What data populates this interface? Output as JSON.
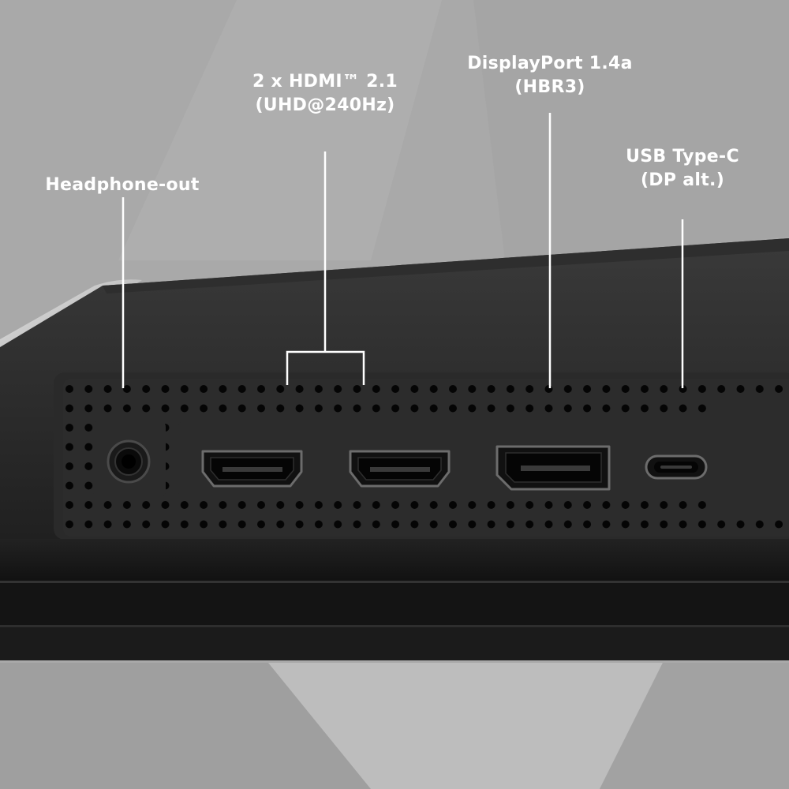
{
  "labels": {
    "headphone": {
      "line1": "Headphone-out"
    },
    "hdmi": {
      "line1": "2 x HDMI™ 2.1",
      "line2": "(UHD@240Hz)"
    },
    "displayport": {
      "line1": "DisplayPort 1.4a",
      "line2": "(HBR3)"
    },
    "usbc": {
      "line1": "USB Type-C",
      "line2": "(DP alt.)"
    }
  },
  "ports": [
    "headphone-jack",
    "hdmi-port",
    "hdmi-port",
    "displayport-port",
    "usb-c-port"
  ],
  "colors": {
    "background": "#a9a9a9",
    "bezel": "#1a1a1a",
    "panel": "#2b2b2b",
    "holes": "#050505",
    "leader_lines": "#ffffff",
    "text": "#ffffff"
  }
}
